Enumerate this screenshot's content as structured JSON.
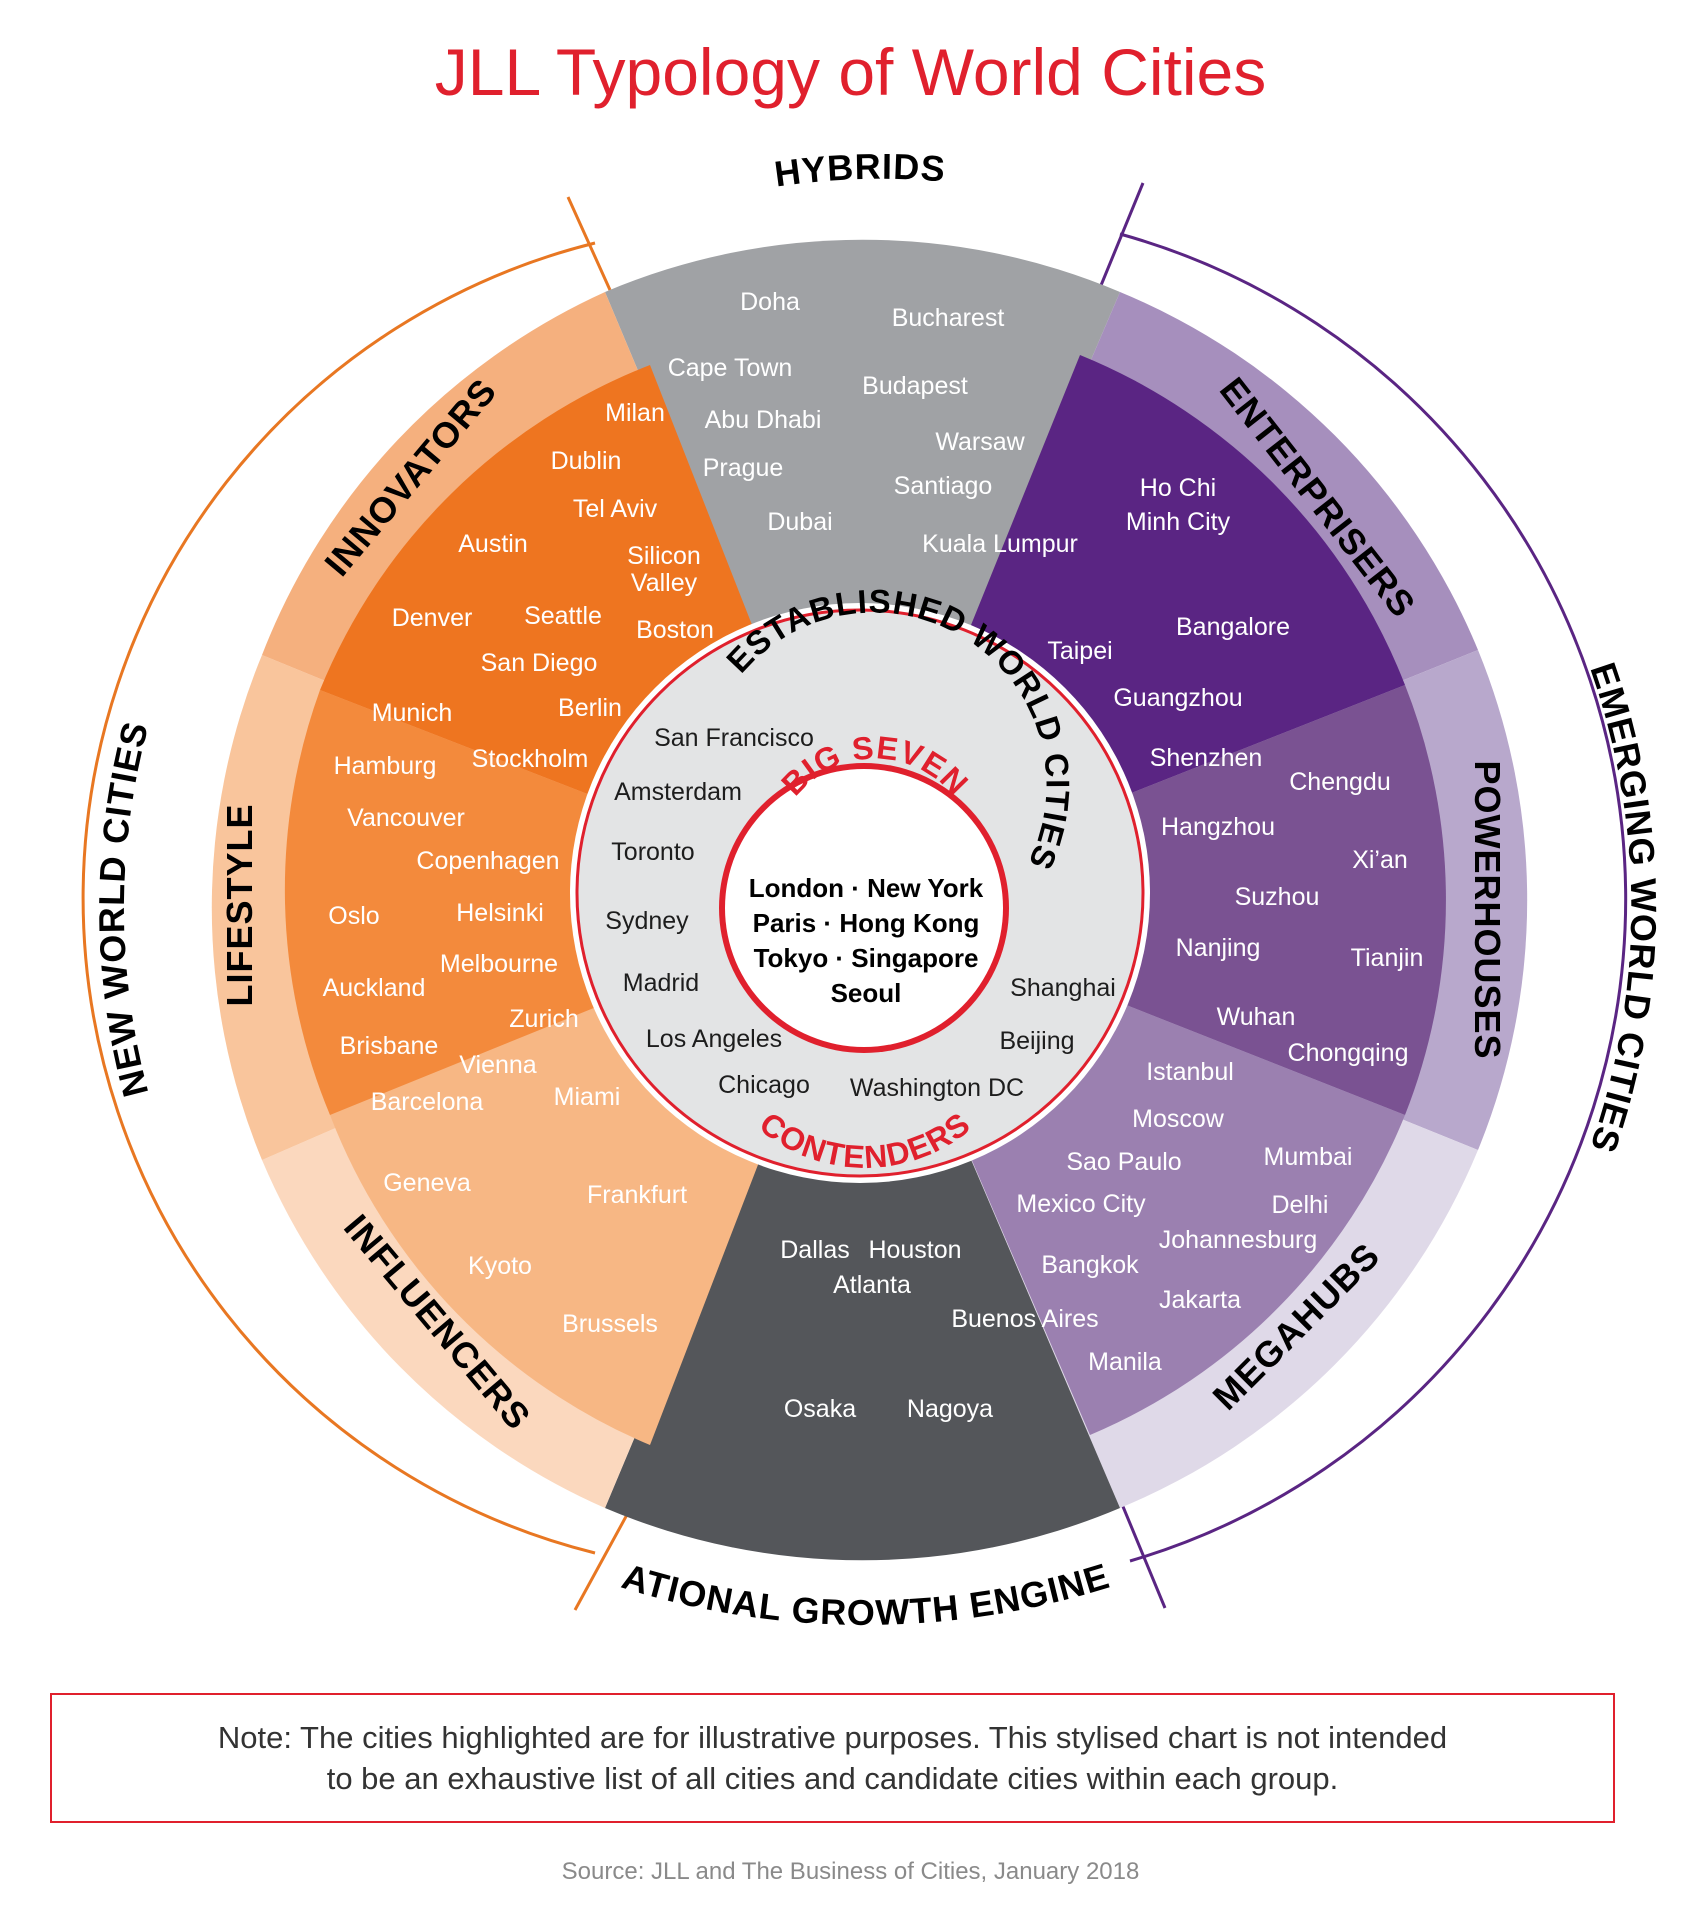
{
  "title": "JLL Typology of World Cities",
  "colors": {
    "accent_red": "#e0202d",
    "new_world_orange": "#e87722",
    "emerging_purple": "#5a2583",
    "hybrids_gray": "#a0a2a5",
    "growth_engines_dark": "#54565a",
    "established_light_gray": "#e3e4e5"
  },
  "groups": {
    "new_world_cities": "NEW WORLD CITIES",
    "emerging_world_cities": "EMERGING WORLD CITIES",
    "established_world_cities": "ESTABLISHED WORLD CITIES",
    "big_seven": "BIG SEVEN",
    "contenders": "CONTENDERS"
  },
  "segments": {
    "hybrids": {
      "label": "HYBRIDS",
      "cities": [
        "Doha",
        "Bucharest",
        "Cape Town",
        "Budapest",
        "Abu Dhabi",
        "Warsaw",
        "Prague",
        "Santiago",
        "Dubai",
        "Kuala Lumpur"
      ]
    },
    "enterprisers": {
      "label": "ENTERPRISERS",
      "cities": [
        "Ho Chi",
        "Minh City",
        "Bangalore",
        "Taipei",
        "Guangzhou"
      ]
    },
    "powerhouses": {
      "label": "POWERHOUSES",
      "cities": [
        "Shenzhen",
        "Chengdu",
        "Hangzhou",
        "Xi’an",
        "Suzhou",
        "Nanjing",
        "Tianjin",
        "Wuhan",
        "Chongqing"
      ]
    },
    "megahubs": {
      "label": "MEGAHUBS",
      "cities": [
        "Istanbul",
        "Moscow",
        "Sao Paulo",
        "Mumbai",
        "Mexico City",
        "Delhi",
        "Johannesburg",
        "Bangkok",
        "Jakarta",
        "Manila"
      ]
    },
    "national_growth_engines": {
      "label": "NATIONAL GROWTH ENGINES",
      "cities": [
        "Dallas",
        "Houston",
        "Atlanta",
        "Buenos Aires",
        "Osaka",
        "Nagoya"
      ]
    },
    "influencers": {
      "label": "INFLUENCERS",
      "cities": [
        "Geneva",
        "Frankfurt",
        "Kyoto",
        "Brussels"
      ]
    },
    "lifestyle": {
      "label": "LIFESTYLE",
      "cities": [
        "Munich",
        "Berlin",
        "Hamburg",
        "Stockholm",
        "Vancouver",
        "Copenhagen",
        "Oslo",
        "Helsinki",
        "Melbourne",
        "Auckland",
        "Zurich",
        "Brisbane",
        "Vienna",
        "Barcelona",
        "Miami"
      ]
    },
    "innovators": {
      "label": "INNOVATORS",
      "cities": [
        "Milan",
        "Dublin",
        "Tel Aviv",
        "Austin",
        "Silicon",
        "Valley",
        "Denver",
        "Seattle",
        "Boston",
        "San Diego"
      ]
    }
  },
  "contenders_cities": [
    "San Francisco",
    "Amsterdam",
    "Toronto",
    "Sydney",
    "Madrid",
    "Los Angeles",
    "Chicago",
    "Washington DC",
    "Beijing",
    "Shanghai"
  ],
  "big_seven_lines": [
    "London · New York",
    "Paris · Hong Kong",
    "Tokyo · Singapore",
    "Seoul"
  ],
  "note_lines": [
    "Note: The cities highlighted are for illustrative purposes. This stylised chart is not intended",
    "to be an exhaustive list of all cities and candidate cities within each group."
  ],
  "source": "Source: JLL and The Business of Cities, January 2018"
}
